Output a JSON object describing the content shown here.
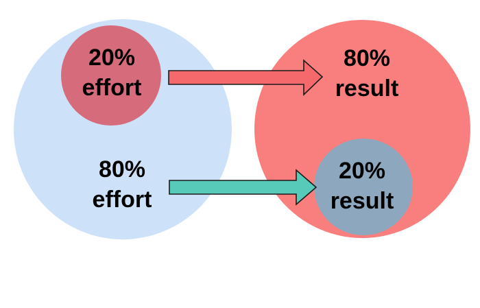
{
  "diagram": {
    "left_group": {
      "inner_label": {
        "line1": "20%",
        "line2": "effort"
      },
      "outer_label": {
        "line1": "80%",
        "line2": "effort"
      }
    },
    "right_group": {
      "outer_label": {
        "line1": "80%",
        "line2": "result"
      },
      "inner_label": {
        "line1": "20%",
        "line2": "result"
      }
    }
  },
  "colors": {
    "background": "#ffffff",
    "effort_circle": "#cde2f8",
    "effort_inner_circle": "#d66b7b",
    "result_circle": "#f97f7f",
    "result_inner_circle": "#8ca7be",
    "red_arrow_fill": "#f5696c",
    "teal_arrow_fill": "#57cab9",
    "arrow_outline": "#1a1a1a",
    "text": "#000000"
  }
}
